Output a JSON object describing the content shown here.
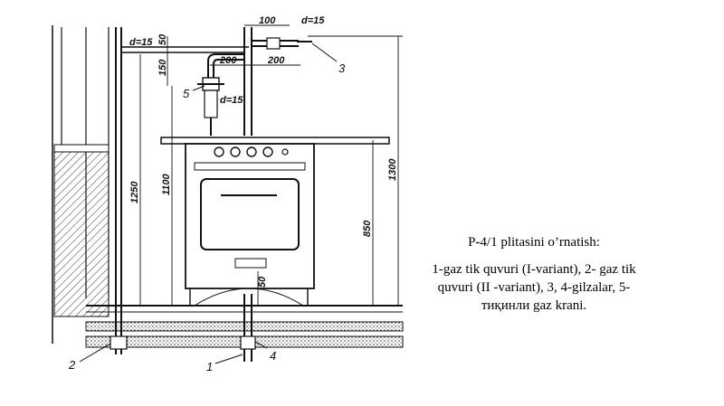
{
  "caption": {
    "title": "P-4/1 plitasini o’rnatish:",
    "description": "1-gaz tik quvuri (I-variant), 2- gaz tik quvuri (II -variant), 3, 4-gilzalar, 5-тиқинли gaz krani."
  },
  "drawing": {
    "dimensions": {
      "d15_top": "d=15",
      "d15_left": "d=15",
      "d15_mid": "d=15",
      "d100": "100",
      "d50_top": "50",
      "d150": "150",
      "d200_left": "200",
      "d200_right": "200",
      "d1250": "1250",
      "d1100": "1100",
      "d1300": "1300",
      "d850": "850",
      "d50_bottom": "50"
    },
    "labels": {
      "n1": "1",
      "n2": "2",
      "n3": "3",
      "n4": "4",
      "n5": "5"
    }
  }
}
